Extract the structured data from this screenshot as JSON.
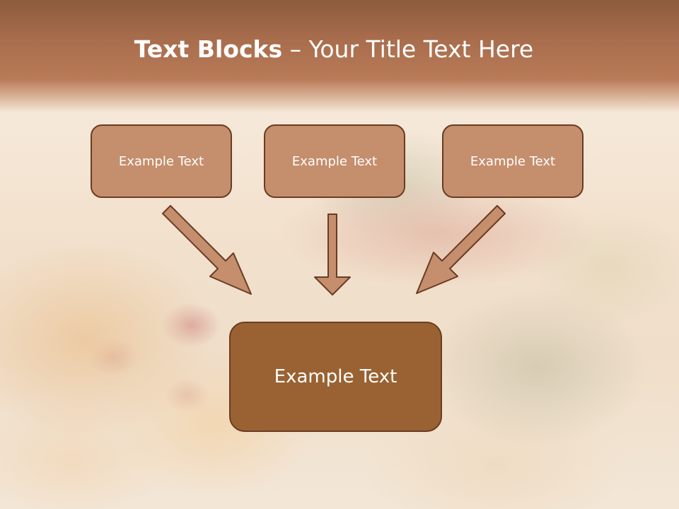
{
  "slide": {
    "title_bold": "Text Blocks",
    "title_separator": " – ",
    "title_rest": "Your Title Text Here"
  },
  "boxes": {
    "top_left": "Example Text",
    "top_center": "Example Text",
    "top_right": "Example Text",
    "bottom": "Example Text"
  },
  "colors": {
    "title_band": "#a86d4d",
    "small_box_fill": "#c58e6c",
    "big_box_fill": "#9a6232",
    "box_border": "#6a3c23",
    "arrow_fill": "#c58e6c"
  }
}
